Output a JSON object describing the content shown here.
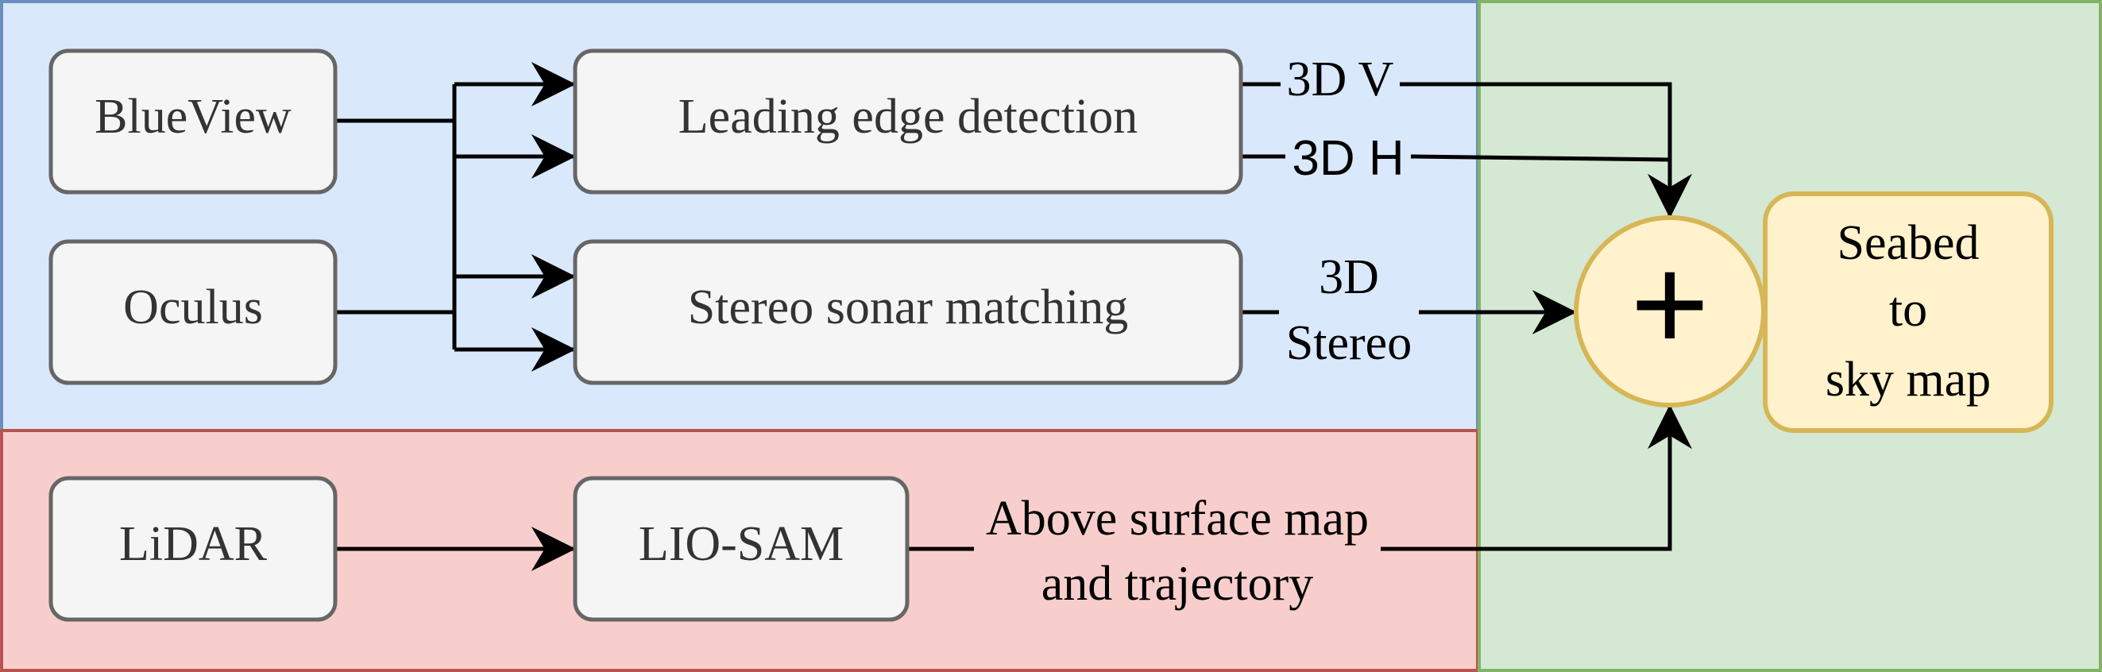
{
  "regions": {
    "sonar": {
      "fill": "#dae8fc",
      "stroke": "#6c8ebf"
    },
    "lidar": {
      "fill": "#f8cecc",
      "stroke": "#b85450"
    },
    "fusion": {
      "fill": "#d5e8d4",
      "stroke": "#82b366"
    }
  },
  "nodes": {
    "blueview": {
      "label": "BlueView"
    },
    "oculus": {
      "label": "Oculus"
    },
    "leading_edge": {
      "label": "Leading edge detection"
    },
    "stereo_matching": {
      "label": "Stereo sonar matching"
    },
    "lidar": {
      "label": "LiDAR"
    },
    "lio_sam": {
      "label": "LIO-SAM"
    },
    "merge": {
      "symbol": "+"
    },
    "output": {
      "lines": [
        "Seabed",
        "to",
        "sky map"
      ]
    }
  },
  "edge_labels": {
    "v3d": "3D V",
    "h3d": "3D H",
    "stereo": [
      "3D",
      "Stereo"
    ],
    "above": [
      "Above surface map",
      "and trajectory"
    ]
  },
  "colors": {
    "node_fill": "#f5f5f5",
    "node_stroke": "#666666",
    "merge_fill": "#fff2cc",
    "merge_stroke": "#d6b656",
    "edge": "#000000"
  }
}
